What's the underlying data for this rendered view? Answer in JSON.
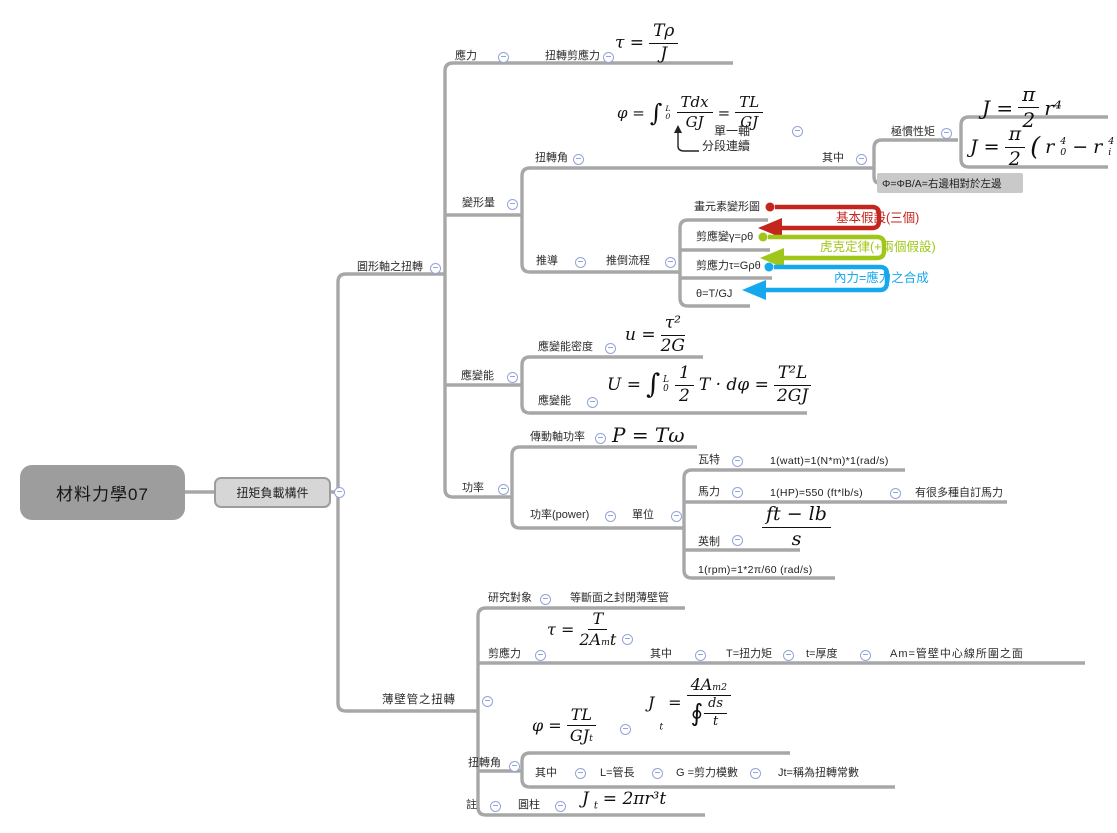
{
  "icons": {
    "collapse": "minus-circle"
  },
  "colors": {
    "line": "#a7a7a7",
    "red": "#c3261d",
    "green": "#9fc618",
    "blue": "#16a8ee"
  },
  "root": {
    "label": "材料力學07"
  },
  "main": {
    "label": "扭矩負載構件"
  },
  "circ": {
    "label": "圓形軸之扭轉",
    "stress": {
      "label": "應力",
      "shear": "扭轉剪應力",
      "f": {
        "lhs": "τ =",
        "n": "Tρ",
        "d": "J"
      }
    },
    "deform": {
      "label": "變形量",
      "angle": {
        "label": "扭轉角",
        "f": {
          "lhs": "φ =",
          "int": "∫",
          "top": "L",
          "bot": "0",
          "n1": "Tdx",
          "d1": "GJ",
          "eq": "=",
          "n2": "TL",
          "d2": "GJ"
        },
        "note_single": "單一軸",
        "note_seg": "分段連續",
        "among": {
          "label": "其中",
          "polar": {
            "label": "極慣性矩",
            "j1": {
              "lhs": "J =",
              "n": "π",
              "d": "2",
              "tail": "r⁴"
            },
            "j2": {
              "lhs": "J =",
              "n": "π",
              "d": "2",
              "open": "(",
              "b1": "r",
              "s1": "4",
              "u1": "0",
              "minus": "−",
              "b2": "r",
              "s2": "4",
              "u2": "i",
              "close": ")"
            }
          },
          "callout": "Φ=ΦB/A=右邊相對於左邊"
        }
      },
      "derive": {
        "label": "推導",
        "flow": "推倒流程",
        "s1": "畫元素變形圖",
        "s2": "剪應變γ=ρθ",
        "s3": "剪應力τ=Gρθ",
        "s4": "θ=T/GJ",
        "a1": "基本假設(三個)",
        "a2": "虎克定律(+兩個假設)",
        "a3": "內力=應力之合成"
      }
    },
    "energy": {
      "label": "應變能",
      "density": {
        "label": "應變能密度",
        "f": {
          "lhs": "u =",
          "n": "τ²",
          "d": "2G"
        }
      },
      "total": {
        "label": "應變能",
        "f": {
          "lhs": "U =",
          "int": "∫",
          "top": "L",
          "bot": "0",
          "n1": "1",
          "d1": "2",
          "mid": "T · dφ =",
          "n2": "T²L",
          "d2": "2GJ"
        }
      }
    },
    "power": {
      "label": "功率",
      "shaft": {
        "label": "傳動軸功率",
        "f": "P = Tω"
      },
      "pw": {
        "label": "功率(power)",
        "unit": {
          "label": "單位",
          "watt": {
            "label": "瓦特",
            "val": "1(watt)=1(N*m)*1(rad/s)"
          },
          "hp": {
            "label": "馬力",
            "val": "1(HP)=550 (ft*lb/s)",
            "note": "有很多種自訂馬力"
          },
          "imp": {
            "label": "英制",
            "f": {
              "n": "ft − lb",
              "d": "s"
            }
          },
          "rpm": {
            "val": "1(rpm)=1*2π/60 (rad/s)"
          }
        }
      }
    }
  },
  "tube": {
    "label": "薄壁管之扭轉",
    "object": {
      "label": "研究對象",
      "val": "等斷面之封閉薄壁管"
    },
    "shear": {
      "label": "剪應力",
      "f": {
        "lhs": "τ =",
        "n": "T",
        "d1": "2A",
        "dsub": "m",
        "d2": "t"
      },
      "among": {
        "label": "其中",
        "t1": "T=扭力矩",
        "t2": "t=厚度",
        "t3": "Am=管壁中心線所圍之面"
      }
    },
    "angle": {
      "label": "扭轉角",
      "f1": {
        "lhs": "φ =",
        "n": "TL",
        "d": "GJ",
        "dsub": "t"
      },
      "f2": {
        "b": "J",
        "bsub": "t",
        "eq": " =",
        "n1": "4A",
        "nsub": "m",
        "nsup": "2",
        "oint": "∮",
        "n2": "ds",
        "d2": "t"
      },
      "among": {
        "label": "其中",
        "t1": "L=管長",
        "t2": "G =剪力模數",
        "t3": "Jt=稱為扭轉常數"
      }
    },
    "note": {
      "label": "註",
      "cyl": "圓柱",
      "f": {
        "b": "J",
        "bsub": "t",
        "rest": " = 2πr³t"
      }
    }
  }
}
